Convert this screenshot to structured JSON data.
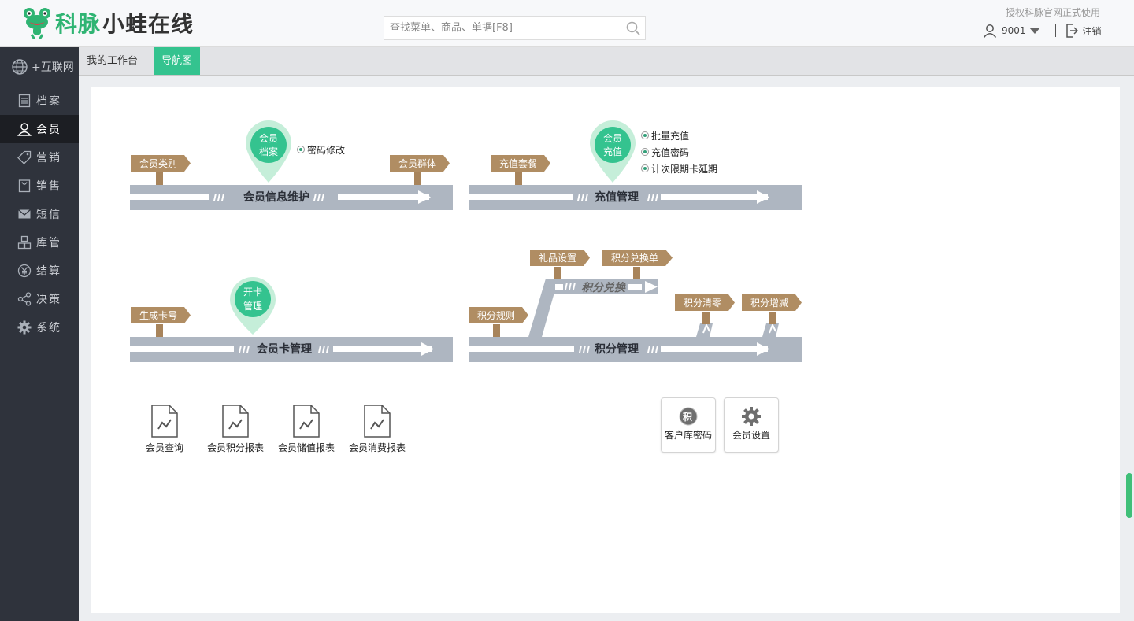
{
  "header": {
    "logo_brand": "科脉",
    "logo_product": "小蛙在线",
    "search_placeholder": "查找菜单、商品、单据[F8]",
    "auth_text": "授权科脉官网正式使用",
    "user_id": "9001",
    "logout_label": "注销"
  },
  "sidebar": {
    "items": [
      {
        "label": "+互联网",
        "icon": "globe-icon"
      },
      {
        "label": "档案",
        "icon": "document-icon"
      },
      {
        "label": "会员",
        "icon": "user-icon"
      },
      {
        "label": "营销",
        "icon": "tag-icon"
      },
      {
        "label": "销售",
        "icon": "bag-icon"
      },
      {
        "label": "短信",
        "icon": "mail-icon"
      },
      {
        "label": "库管",
        "icon": "boxes-icon"
      },
      {
        "label": "结算",
        "icon": "yen-icon"
      },
      {
        "label": "决策",
        "icon": "share-icon"
      },
      {
        "label": "系统",
        "icon": "gear-icon"
      }
    ],
    "active": "会员"
  },
  "tabs": {
    "workbench": "我的工作台",
    "navmap": "导航图"
  },
  "navmap": {
    "info_road": "会员信息维护",
    "member_type": "会员类别",
    "member_group": "会员群体",
    "member_file": [
      "会员",
      "档案"
    ],
    "password_change": "密码修改",
    "recharge_road": "充值管理",
    "recharge_package": "充值套餐",
    "recharge_pin": [
      "会员",
      "充值"
    ],
    "recharge_options": [
      "批量充值",
      "充值密码",
      "计次限期卡延期"
    ],
    "card_road": "会员卡管理",
    "generate_card_no": "生成卡号",
    "card_pin": [
      "开卡",
      "管理"
    ],
    "points_road": "积分管理",
    "points_rules": "积分规则",
    "gift_settings": "礼品设置",
    "points_exchange_doc": "积分兑换单",
    "points_exchange_road": "积分兑换",
    "points_clear": "积分清零",
    "points_adjust": "积分增减"
  },
  "reports": [
    "会员查询",
    "会员积分报表",
    "会员储值报表",
    "会员消费报表"
  ],
  "tiles": {
    "customer_pwd": "客户库密码",
    "customer_pwd_glyph": "积",
    "member_settings": "会员设置"
  },
  "colors": {
    "brand_green": "#2fb473",
    "tab_active": "#34c38f",
    "road": "#aeb6c1",
    "signpost": "#b08d63",
    "sidebar_bg": "#2f333c"
  }
}
